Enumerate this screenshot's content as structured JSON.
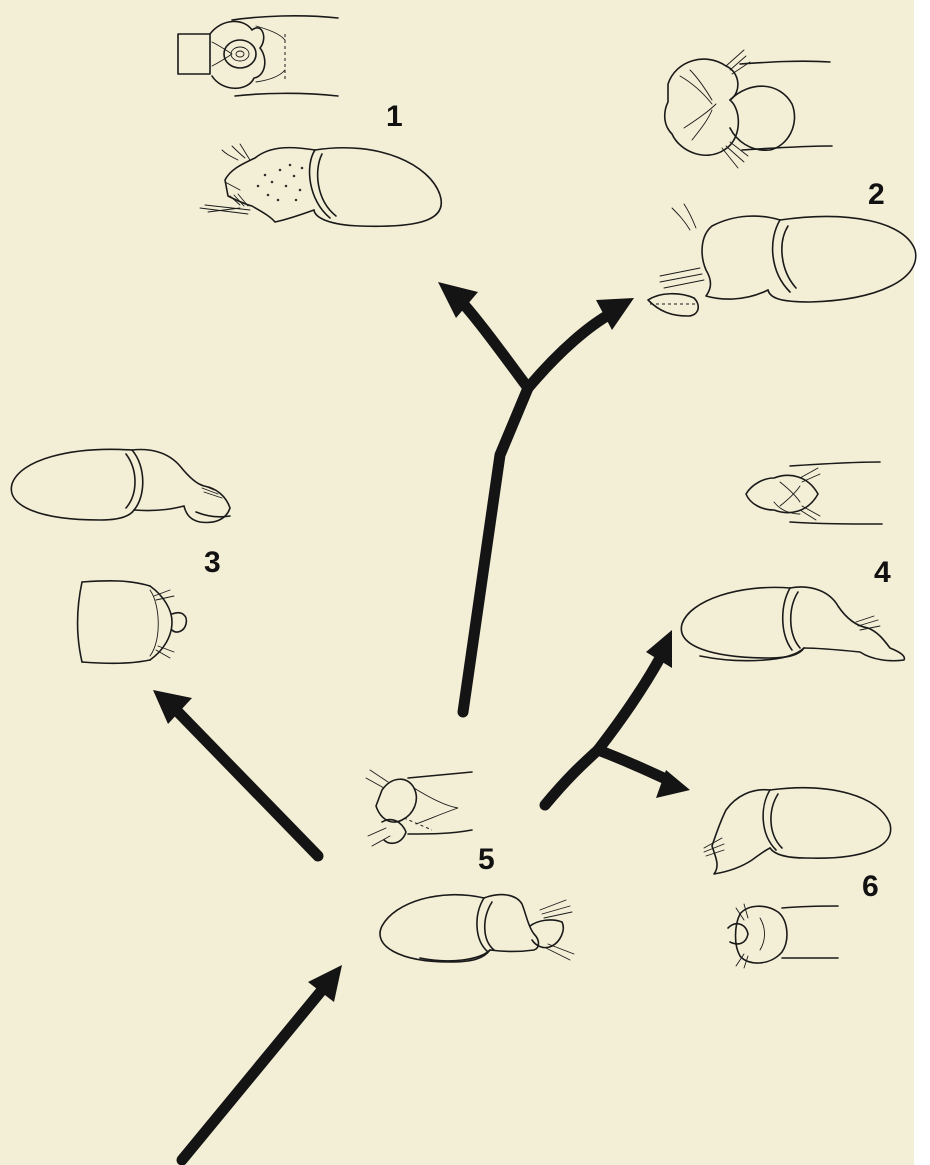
{
  "figure_labels": {
    "fig1": "1",
    "fig2": "2",
    "fig3": "3",
    "fig4": "4",
    "fig5": "5",
    "fig6": "6"
  },
  "colors": {
    "paper": "#f3efd6",
    "ink": "#1a1a1a"
  }
}
